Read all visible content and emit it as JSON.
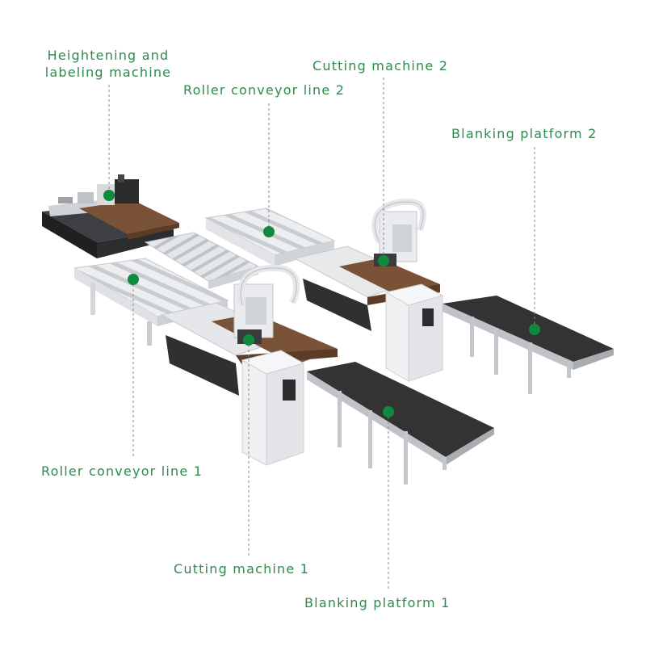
{
  "colors": {
    "label_green": "#2f8a4e",
    "marker_green": "#0f8a3f",
    "leader_gray": "#8a8a8a",
    "table_brown": "#7a5237",
    "belt_dark": "#333333",
    "frame_gray": "#d9dbde",
    "cabinet_white": "#f1f2f3"
  },
  "labels": {
    "heightening_line1": "Heightening and",
    "heightening_line2": "labeling machine",
    "roller_conveyor_2": "Roller conveyor line 2",
    "cutting_machine_2": "Cutting machine 2",
    "blanking_platform_2": "Blanking platform 2",
    "roller_conveyor_1": "Roller conveyor line 1",
    "cutting_machine_1": "Cutting machine 1",
    "blanking_platform_1": "Blanking platform 1"
  }
}
